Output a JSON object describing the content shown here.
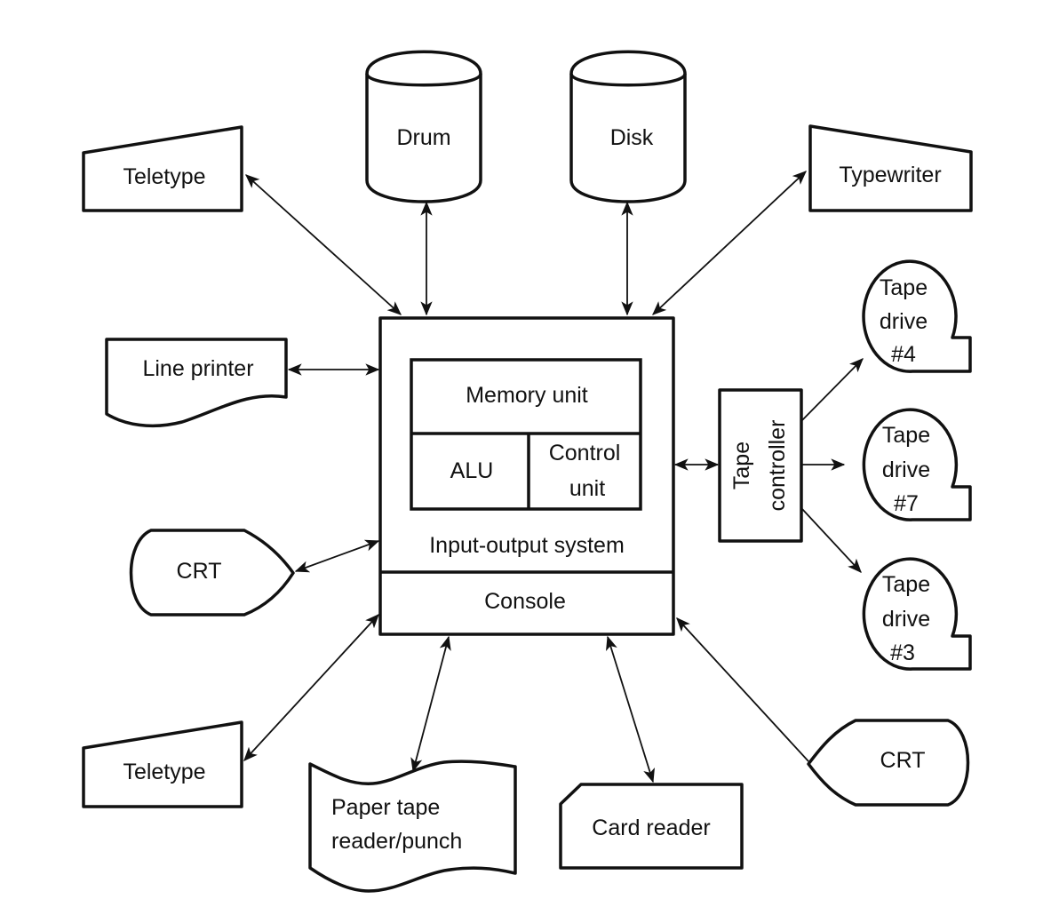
{
  "diagram": {
    "central": {
      "memory": "Memory unit",
      "alu": "ALU",
      "control": [
        "Control",
        "unit"
      ],
      "io": "Input-output system",
      "console": "Console"
    },
    "devices": {
      "drum": "Drum",
      "disk": "Disk",
      "teletype_top": "Teletype",
      "typewriter": "Typewriter",
      "line_printer": "Line printer",
      "crt_left": "CRT",
      "teletype_bottom": "Teletype",
      "paper_tape": [
        "Paper tape",
        "reader/punch"
      ],
      "card_reader": "Card reader",
      "crt_right": "CRT",
      "tape_controller": [
        "Tape",
        "controller"
      ],
      "tape4": [
        "Tape",
        "drive",
        "#4"
      ],
      "tape7": [
        "Tape",
        "drive",
        "#7"
      ],
      "tape3": [
        "Tape",
        "drive",
        "#3"
      ]
    },
    "connections": [
      {
        "from": "Drum",
        "to": "Central system",
        "direction": "bidirectional"
      },
      {
        "from": "Disk",
        "to": "Central system",
        "direction": "bidirectional"
      },
      {
        "from": "Teletype",
        "to": "Central system",
        "direction": "bidirectional"
      },
      {
        "from": "Typewriter",
        "to": "Central system",
        "direction": "bidirectional"
      },
      {
        "from": "Line printer",
        "to": "Central system",
        "direction": "bidirectional"
      },
      {
        "from": "CRT",
        "to": "Central system",
        "direction": "bidirectional"
      },
      {
        "from": "Teletype",
        "to": "Central system",
        "direction": "bidirectional"
      },
      {
        "from": "Paper tape reader/punch",
        "to": "Central system",
        "direction": "bidirectional"
      },
      {
        "from": "Card reader",
        "to": "Central system",
        "direction": "bidirectional"
      },
      {
        "from": "CRT",
        "to": "Central system",
        "direction": "to-central"
      },
      {
        "from": "Tape controller",
        "to": "Central system",
        "direction": "bidirectional"
      },
      {
        "from": "Tape controller",
        "to": "Tape drive #4",
        "direction": "to-drive"
      },
      {
        "from": "Tape controller",
        "to": "Tape drive #7",
        "direction": "to-drive"
      },
      {
        "from": "Tape controller",
        "to": "Tape drive #3",
        "direction": "to-drive"
      }
    ]
  }
}
